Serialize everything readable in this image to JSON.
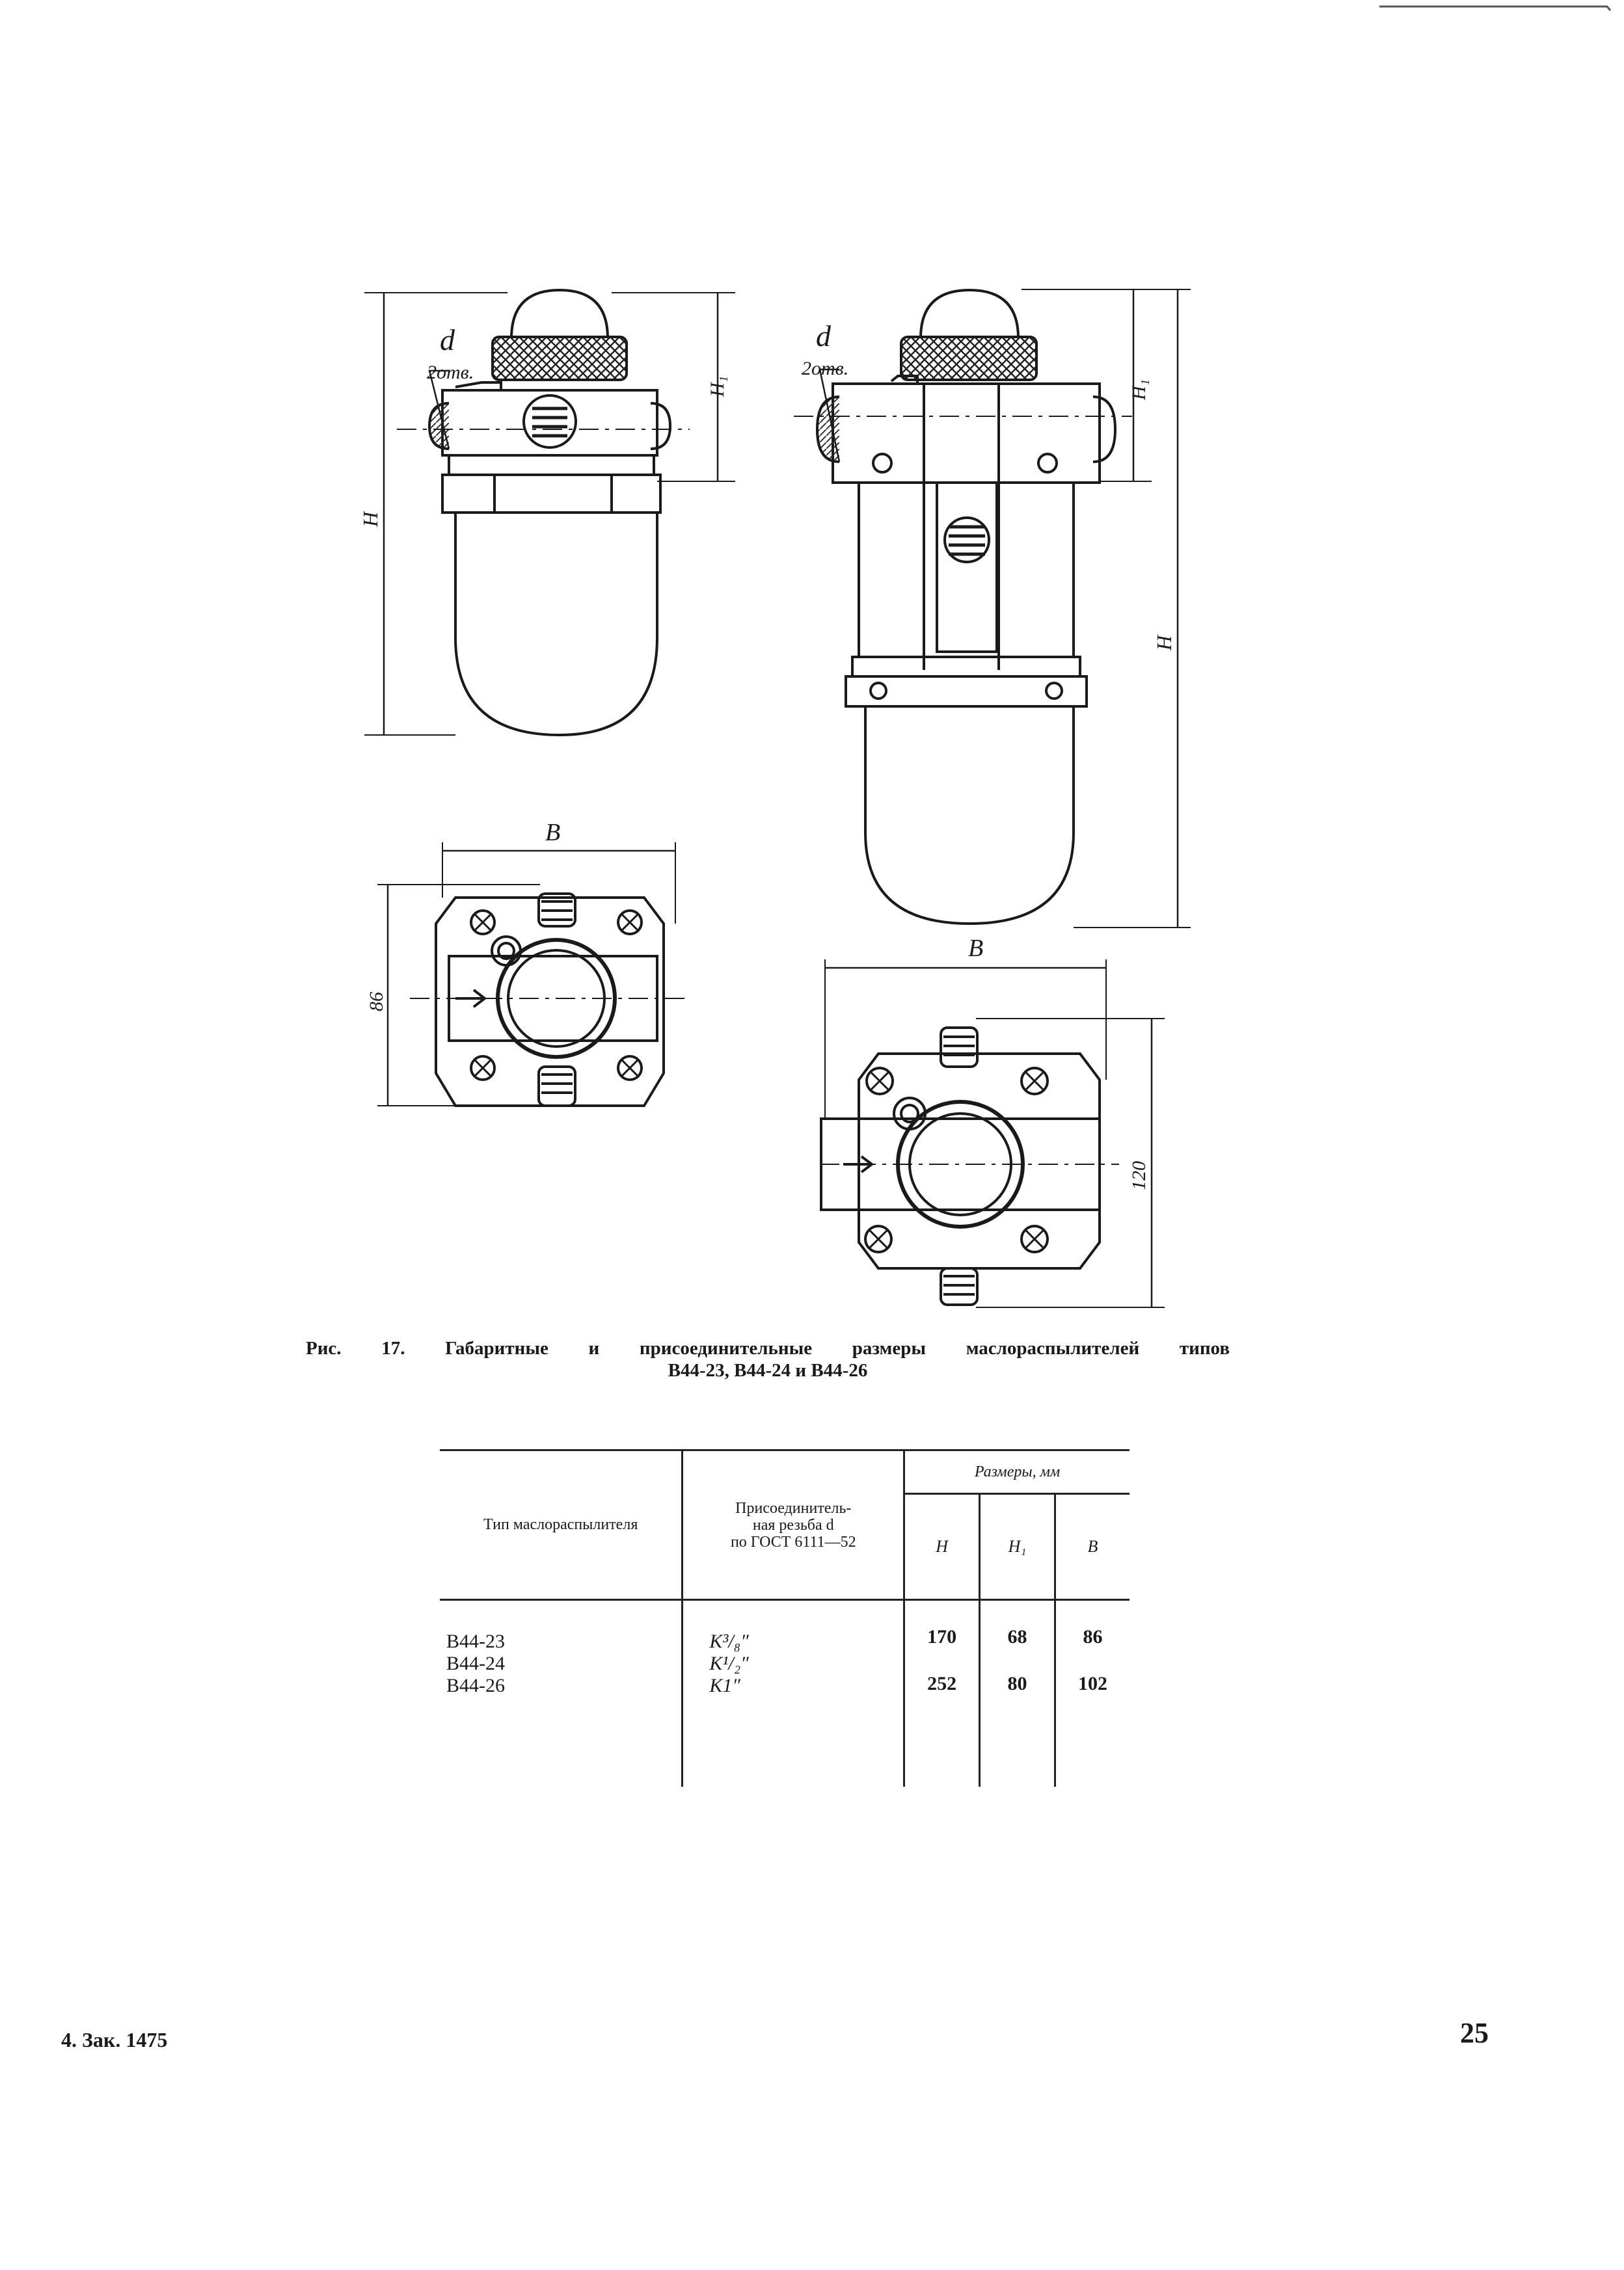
{
  "drawing": {
    "left_view": {
      "label_d": "d",
      "label_holes": "2отв.",
      "label_h1": "H₁",
      "label_h": "H",
      "label_b": "B",
      "label_depth": "86"
    },
    "right_view": {
      "label_d": "d",
      "label_holes": "2отв.",
      "label_h1": "H₁",
      "label_h": "H",
      "label_b": "B",
      "label_depth": "120"
    }
  },
  "caption": {
    "line1": "Рис. 17. Габаритные и присоединительные размеры маслораспылителей типов",
    "line2": "В44-23, В44-24 и В44-26"
  },
  "table": {
    "col_type": "Тип маслораспылителя",
    "col_thread_1": "Присоединитель-",
    "col_thread_2": "ная резьба d",
    "col_thread_3": "по ГОСТ 6111—52",
    "col_sizes": "Размеры, мм",
    "col_h": "H",
    "col_h1": "H₁",
    "col_b": "B",
    "types": [
      "В44-23",
      "В44-24",
      "В44-26"
    ],
    "threads": [
      "K³/₈″",
      "K¹/₂″",
      "K1″"
    ],
    "h": [
      "170",
      "252"
    ],
    "h1": [
      "68",
      "80"
    ],
    "b": [
      "86",
      "102"
    ]
  },
  "footer": {
    "left": "4. Зак. 1475",
    "page": "25"
  }
}
